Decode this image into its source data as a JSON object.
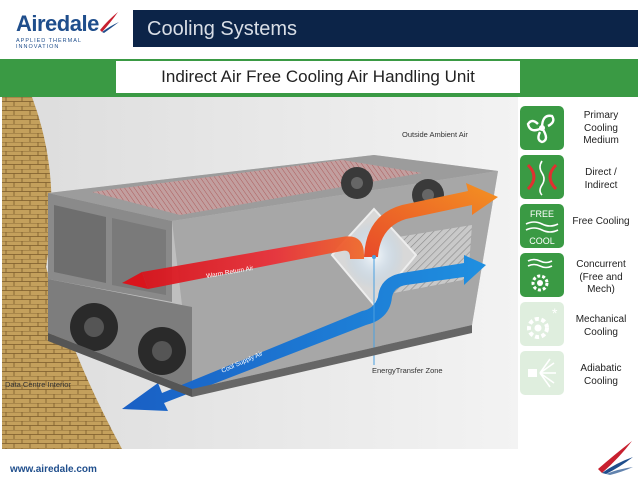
{
  "brand": {
    "name": "Airedale",
    "tagline": "APPLIED THERMAL INNOVATION",
    "website": "www.airedale.com",
    "colors": {
      "navy": "#0c2448",
      "green": "#3a9a44",
      "brand_blue": "#1f4e8c",
      "brand_red": "#c8202f"
    }
  },
  "header": {
    "title": "Cooling Systems"
  },
  "subtitle": "Indirect Air Free Cooling Air Handling Unit",
  "diagram": {
    "labels": {
      "outside_air": "Outside Ambient Air",
      "warm_return": "Warm Return Air",
      "cool_supply": "Cool Supply Air",
      "energy_zone": "EnergyTransfer Zone",
      "data_centre": "Data Centre Interior"
    }
  },
  "features": [
    {
      "label": "Primary Cooling Medium",
      "icon": "fan-swirl-icon",
      "active": true
    },
    {
      "label": "Direct / Indirect",
      "icon": "direct-indirect-icon",
      "active": true
    },
    {
      "label": "Free Cooling",
      "icon": "free-cool-icon",
      "active": true,
      "icon_text": [
        "FREE",
        "COOL"
      ]
    },
    {
      "label": "Concurrent (Free and Mech)",
      "icon": "concurrent-gear-icon",
      "active": true
    },
    {
      "label": "Mechanical Cooling",
      "icon": "mechanical-gear-icon",
      "active": false
    },
    {
      "label": "Adiabatic Cooling",
      "icon": "adiabatic-spray-icon",
      "active": false
    }
  ]
}
